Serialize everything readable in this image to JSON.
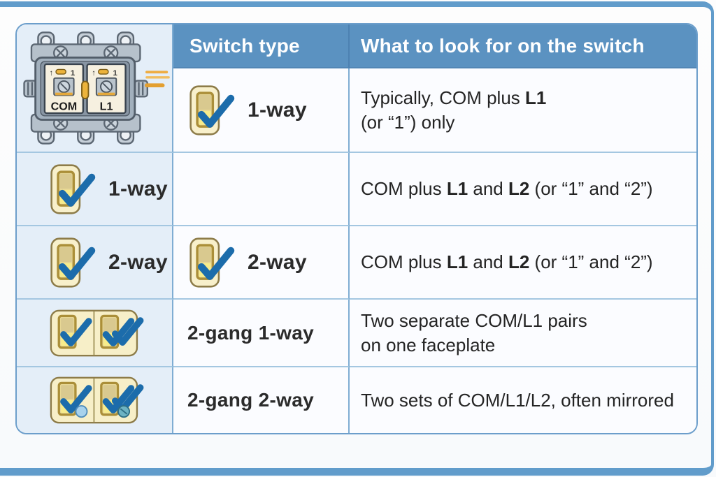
{
  "colors": {
    "frame_blue": "#619ccb",
    "header_blue": "#5b92c1",
    "table_border_blue": "#6c9ecb",
    "cell_divider_blue": "#7fadd3",
    "col1_bg": "#e4eef8",
    "cell_bg": "#fbfcff",
    "check_blue": "#1c6cab",
    "switch_cream": "#f8f0cb",
    "rocker_gold": "#ab8f39",
    "text_dark": "#2b2b2b"
  },
  "icons": {
    "backbox": "switch-backbox-illustration",
    "single_switch": "rocker-switch-with-check-icon",
    "gang_1way": "two-gang-plate-check-doublecheck-icon",
    "gang_2way": "two-gang-plate-checks-with-dots-icon"
  },
  "header": {
    "switch_type": "Switch type",
    "look_for": "What to look for on the switch"
  },
  "diagram": {
    "label_com": "COM",
    "label_l1": "L1",
    "mark_arrow": "↑",
    "mark_one": "1"
  },
  "rows": {
    "r1": {
      "type": "1-way",
      "desc_line1": [
        {
          "t": "Typically, COM plus "
        },
        {
          "t": "L1",
          "b": 1
        }
      ],
      "desc_line2": [
        {
          "t": "(or “1”) only"
        }
      ]
    },
    "r2": {
      "col1_type": "1-way",
      "desc": [
        {
          "t": "COM plus "
        },
        {
          "t": "L1",
          "b": 1
        },
        {
          "t": " and "
        },
        {
          "t": "L2",
          "b": 1
        },
        {
          "t": " (or “1” and “2”)"
        }
      ]
    },
    "r3": {
      "col1_type": "2-way",
      "col2_type": "2-way",
      "desc": [
        {
          "t": "COM plus "
        },
        {
          "t": "L1",
          "b": 1
        },
        {
          "t": " and "
        },
        {
          "t": "L2",
          "b": 1
        },
        {
          "t": " (or “1” and “2”)"
        }
      ]
    },
    "r4": {
      "type": "2-gang 1-way",
      "desc_line1": [
        {
          "t": "Two separate COM/L1 pairs"
        }
      ],
      "desc_line2": [
        {
          "t": "on one faceplate"
        }
      ]
    },
    "r5": {
      "type": "2-gang 2-way",
      "desc": [
        {
          "t": "Two sets of COM/L1/L2, often mirrored"
        }
      ]
    }
  }
}
